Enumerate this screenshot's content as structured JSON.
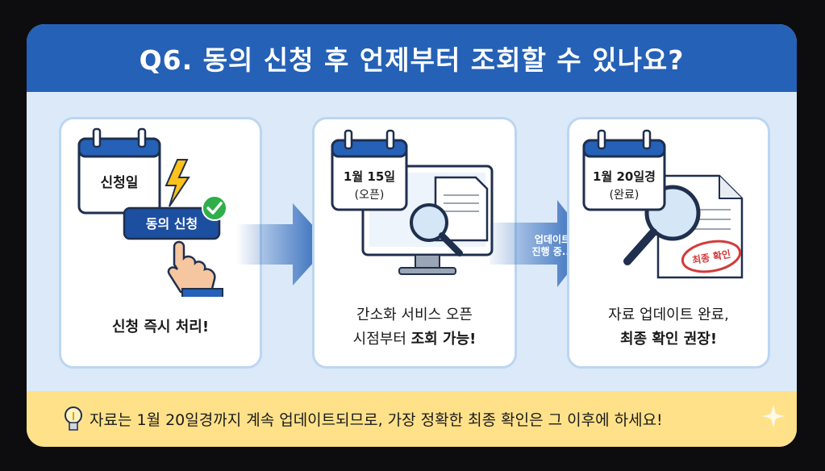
{
  "header": {
    "title": "Q6. 동의 신청 후 언제부터 조회할 수 있나요?"
  },
  "steps": [
    {
      "calendar_label": "신청일",
      "button_label": "동의 신청",
      "caption_plain": "",
      "caption_bold": "신청 즉시 처리!"
    },
    {
      "calendar_line1": "1월 15일",
      "calendar_line2": "(오픈)",
      "caption_line1": "간소화 서비스 오픈",
      "caption_line2_plain": "시점부터 ",
      "caption_line2_bold": "조회 가능!"
    },
    {
      "calendar_line1": "1월 20일경",
      "calendar_line2": "(완료)",
      "stamp_text": "최종 확인",
      "caption_line1": "자료 업데이트 완료,",
      "caption_line2_bold": "최종 확인 권장!"
    }
  ],
  "arrow_label_line1": "업데이트",
  "arrow_label_line2": "진행 중...",
  "footer": {
    "tip": "자료는 1월 20일경까지 계속 업데이트되므로, 가장 정확한 최종 확인은 그 이후에 하세요!"
  },
  "colors": {
    "header_bg": "#2561b6",
    "card_bg": "#dbe9f8",
    "footer_bg": "#ffe18a",
    "accent_blue": "#2561b6",
    "check_green": "#2fae4a",
    "stamp_red": "#d23b3b"
  },
  "icons": [
    "calendar-icon",
    "lightning-icon",
    "check-icon",
    "hand-pointer-icon",
    "arrow-right-icon",
    "monitor-icon",
    "document-icon",
    "magnifier-icon",
    "stamp-icon",
    "lightbulb-icon",
    "sparkle-icon"
  ]
}
